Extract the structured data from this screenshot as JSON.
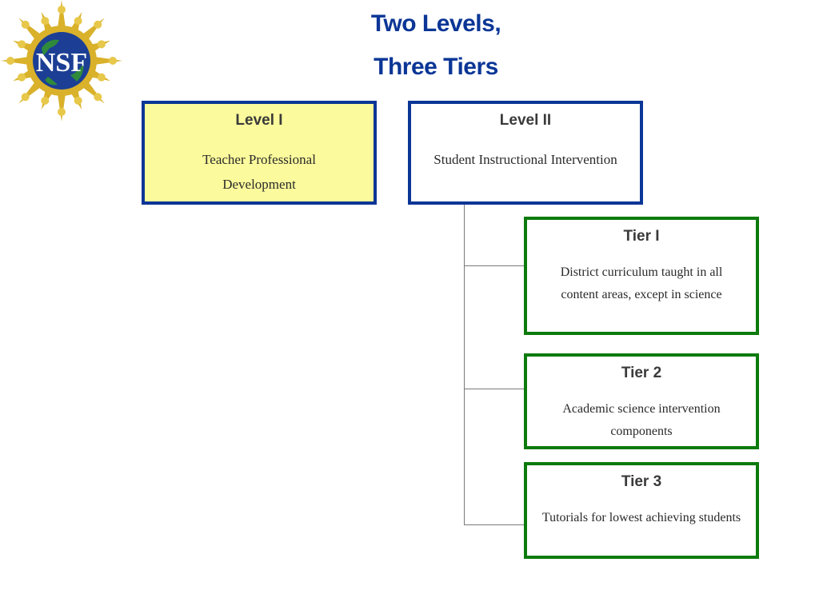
{
  "logo": {
    "text": "NSF",
    "colors": {
      "ray": "#d9b12a",
      "globe": "#1c3f95",
      "land": "#2f8a3c"
    }
  },
  "title": {
    "line1": "Two Levels,",
    "line2": "Three Tiers"
  },
  "levels": [
    {
      "heading": "Level I",
      "body": "Teacher Professional Development"
    },
    {
      "heading": "Level II",
      "body": "Student Instructional Intervention"
    }
  ],
  "tiers": [
    {
      "heading": "Tier I",
      "body": "District curriculum taught in all content areas, except in science"
    },
    {
      "heading": "Tier 2",
      "body": "Academic science intervention components"
    },
    {
      "heading": "Tier 3",
      "body": "Tutorials for lowest achieving students"
    }
  ],
  "colors": {
    "title": "#0b3696",
    "level_border": "#0b3696",
    "level1_fill": "#fbfa9c",
    "tier_border": "#0c7a0c",
    "connector": "#7a7a7a"
  }
}
